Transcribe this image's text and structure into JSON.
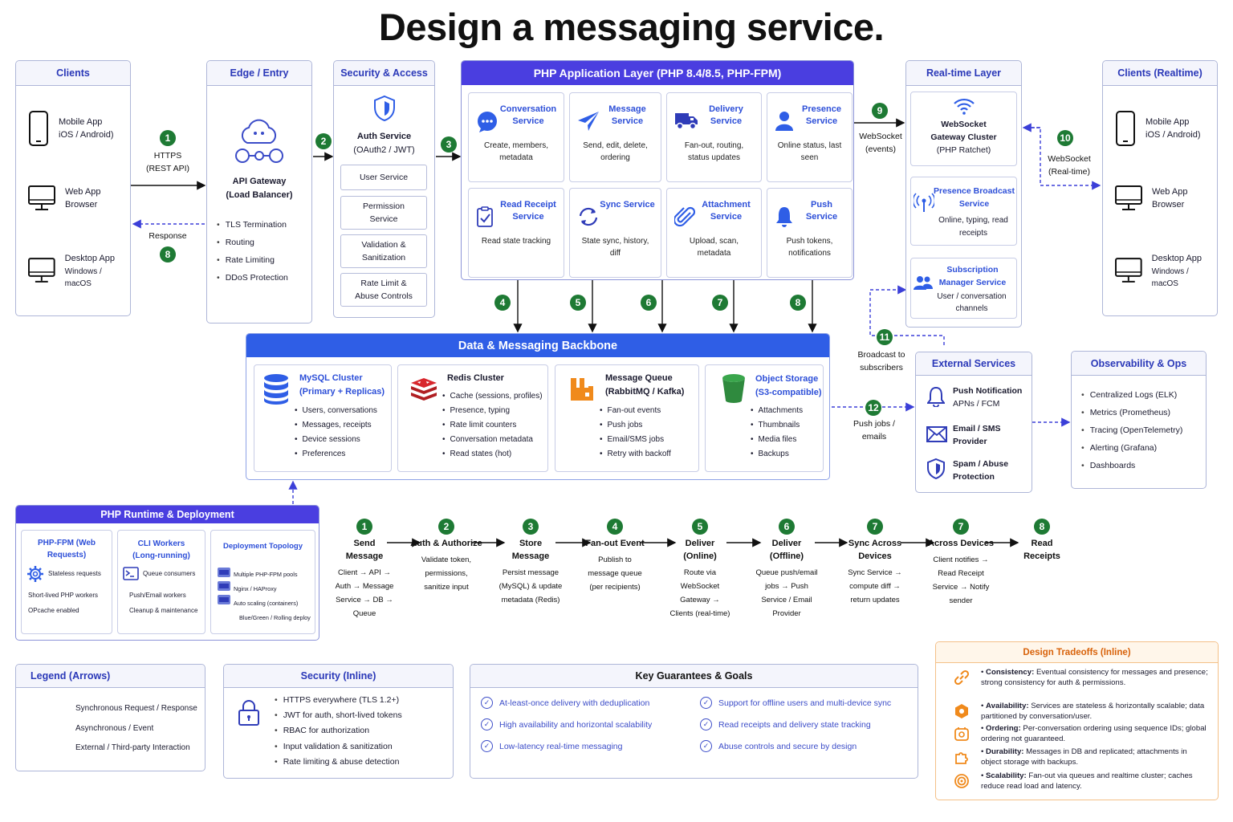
{
  "title": "Design a messaging service.",
  "clients": {
    "header": "Clients",
    "devices": [
      {
        "name": "Mobile App",
        "sub": "iOS / Android)"
      },
      {
        "name": "Web App",
        "sub": "Browser"
      },
      {
        "name": "Desktop App",
        "sub": "Windows / macOS"
      }
    ]
  },
  "edge": {
    "header": "Edge / Entry",
    "gateway_name": "API Gateway",
    "gateway_sub": "(Load Balancer)",
    "features": [
      "TLS Termination",
      "Routing",
      "Rate Limiting",
      "DDoS Protection"
    ]
  },
  "security": {
    "header": "Security & Access",
    "auth_name": "Auth Service",
    "auth_sub": "(OAuth2 / JWT)",
    "services": [
      "User Service",
      "Permission Service",
      "Validation & Sanitization",
      "Rate Limit & Abuse Controls"
    ]
  },
  "app_layer": {
    "header": "PHP Application Layer (PHP 8.4/8.5, PHP-FPM)",
    "services": [
      {
        "name": "Conversation Service",
        "desc": "Create, members, metadata",
        "icon": "chat-bubble-icon"
      },
      {
        "name": "Message Service",
        "desc": "Send, edit, delete, ordering",
        "icon": "paper-plane-icon"
      },
      {
        "name": "Delivery Service",
        "desc": "Fan-out, routing, status updates",
        "icon": "truck-icon"
      },
      {
        "name": "Presence Service",
        "desc": "Online status, last seen",
        "icon": "user-icon"
      },
      {
        "name": "Read Receipt Service",
        "desc": "Read state tracking",
        "icon": "checklist-icon"
      },
      {
        "name": "Sync Service",
        "desc": "State sync, history, diff",
        "icon": "sync-icon"
      },
      {
        "name": "Attachment Service",
        "desc": "Upload, scan, metadata",
        "icon": "paperclip-icon"
      },
      {
        "name": "Push Service",
        "desc": "Push tokens, notifications",
        "icon": "bell-icon"
      }
    ]
  },
  "realtime": {
    "header": "Real-time Layer",
    "gateway_name": "WebSocket Gateway Cluster",
    "gateway_sub": "(PHP Ratchet)",
    "presence_name": "Presence Broadcast Service",
    "presence_desc": "Online, typing, read receipts",
    "sub_name": "Subscription Manager Service",
    "sub_desc": "User / conversation channels"
  },
  "clients_rt": {
    "header": "Clients (Realtime)",
    "devices": [
      {
        "name": "Mobile App",
        "sub": "iOS / Android)"
      },
      {
        "name": "Web App",
        "sub": "Browser"
      },
      {
        "name": "Desktop App",
        "sub": "Windows / macOS"
      }
    ]
  },
  "flow_labels": {
    "https": "HTTPS (REST API)",
    "response": "Response",
    "ws_events": "WebSocket (events)",
    "ws_realtime": "WebSocket (Real-time)",
    "broadcast": "Broadcast to subscribers",
    "push_jobs": "Push jobs / emails"
  },
  "badges": {
    "b1": "1",
    "b2": "2",
    "b3": "3",
    "b4": "4",
    "b5": "5",
    "b6": "6",
    "b7": "7",
    "b8": "8",
    "b9": "9",
    "b10": "10",
    "b11": "11",
    "b12": "12"
  },
  "backbone": {
    "header": "Data & Messaging Backbone",
    "cards": [
      {
        "title": "MySQL Cluster (Primary + Replicas)",
        "items": [
          "Users, conversations",
          "Messages, receipts",
          "Device sessions",
          "Preferences"
        ]
      },
      {
        "title": "Redis Cluster",
        "items": [
          "Cache (sessions, profiles)",
          "Presence, typing",
          "Rate limit counters",
          "Conversation metadata",
          "Read states (hot)"
        ]
      },
      {
        "title": "Message Queue (RabbitMQ / Kafka)",
        "items": [
          "Fan-out events",
          "Push jobs",
          "Email/SMS jobs",
          "Retry with backoff"
        ]
      },
      {
        "title": "Object Storage (S3-compatible)",
        "items": [
          "Attachments",
          "Thumbnails",
          "Media files",
          "Backups"
        ]
      }
    ]
  },
  "external": {
    "header": "External Services",
    "items": [
      {
        "name": "Push Notification",
        "sub": "APNs / FCM"
      },
      {
        "name": "Email / SMS",
        "sub": "Provider"
      },
      {
        "name": "Spam / Abuse",
        "sub": "Protection"
      }
    ]
  },
  "observability": {
    "header": "Observability & Ops",
    "items": [
      "Centralized Logs (ELK)",
      "Metrics (Prometheus)",
      "Tracing (OpenTelemetry)",
      "Alerting (Grafana)",
      "Dashboards"
    ]
  },
  "runtime": {
    "header": "PHP Runtime & Deployment",
    "fpm": {
      "title": "PHP-FPM (Web Requests)",
      "lead": "Stateless requests",
      "items": [
        "Short-lived PHP workers",
        "OPcache enabled"
      ]
    },
    "cli": {
      "title": "CLI Workers (Long-running)",
      "lead": "Queue consumers",
      "items": [
        "Push/Email workers",
        "Cleanup & maintenance"
      ]
    },
    "deploy": {
      "title": "Deployment Topology",
      "items": [
        "Multiple PHP-FPM pools",
        "Nginx / HAProxy",
        "Auto scaling (containers)",
        "Blue/Green / Rolling deploy"
      ]
    }
  },
  "steps": [
    {
      "n": "1",
      "title": "Send Message",
      "desc": "Client → API → Auth → Message Service → DB → Queue"
    },
    {
      "n": "2",
      "title": "Auth & Authorize",
      "desc": "Validate token, permissions, sanitize input"
    },
    {
      "n": "3",
      "title": "Store Message",
      "desc": "Persist message (MySQL) & update metadata (Redis)"
    },
    {
      "n": "4",
      "title": "Fan-out Event",
      "desc": "Publish to message queue (per recipients)"
    },
    {
      "n": "5",
      "title": "Deliver (Online)",
      "desc": "Route via WebSocket Gateway → Clients (real-time)"
    },
    {
      "n": "6",
      "title": "Deliver (Offline)",
      "desc": "Queue push/email jobs → Push Service / Email Provider"
    },
    {
      "n": "7",
      "title": "Sync Across Devices",
      "desc": "Sync Service → compute diff → return updates"
    },
    {
      "n": "7",
      "title": "Across Devices",
      "desc": "Client notifies → Read Receipt Service → Notify sender"
    },
    {
      "n": "8",
      "title": "Read Receipts",
      "desc": ""
    }
  ],
  "legend": {
    "header": "Legend (Arrows)",
    "items": [
      "Synchronous Request / Response",
      "Asynchronous / Event",
      "External / Third-party Interaction"
    ]
  },
  "security_inline": {
    "header": "Security (Inline)",
    "items": [
      "HTTPS everywhere (TLS 1.2+)",
      "JWT for auth, short-lived tokens",
      "RBAC for authorization",
      "Input validation & sanitization",
      "Rate limiting & abuse detection"
    ]
  },
  "guarantees": {
    "header": "Key Guarantees & Goals",
    "left": [
      "At-least-once delivery with deduplication",
      "High availability and horizontal scalability",
      "Low-latency real-time messaging"
    ],
    "right": [
      "Support for offline users and multi-device sync",
      "Read receipts and delivery state tracking",
      "Abuse controls and secure by design"
    ]
  },
  "tradeoffs": {
    "header": "Design Tradeoffs (Inline)",
    "items": [
      {
        "k": "Consistency:",
        "v": " Eventual consistency for messages and presence; strong consistency for auth & permissions."
      },
      {
        "k": "Availability:",
        "v": " Services are stateless & horizontally scalable; data partitioned by conversation/user."
      },
      {
        "k": "Ordering:",
        "v": " Per-conversation ordering using sequence IDs; global ordering not guaranteed."
      },
      {
        "k": "Durability:",
        "v": " Messages in DB and replicated; attachments in object storage with backups."
      },
      {
        "k": "Scalability:",
        "v": " Fan-out via queues and realtime cluster; caches reduce read load and latency."
      }
    ]
  },
  "colors": {
    "primary": "#4a3ee0",
    "blue": "#2f5ee6",
    "green": "#1e7a34",
    "orange": "#f08a1c",
    "redis": "#d8262c",
    "storage": "#3aa64c"
  }
}
